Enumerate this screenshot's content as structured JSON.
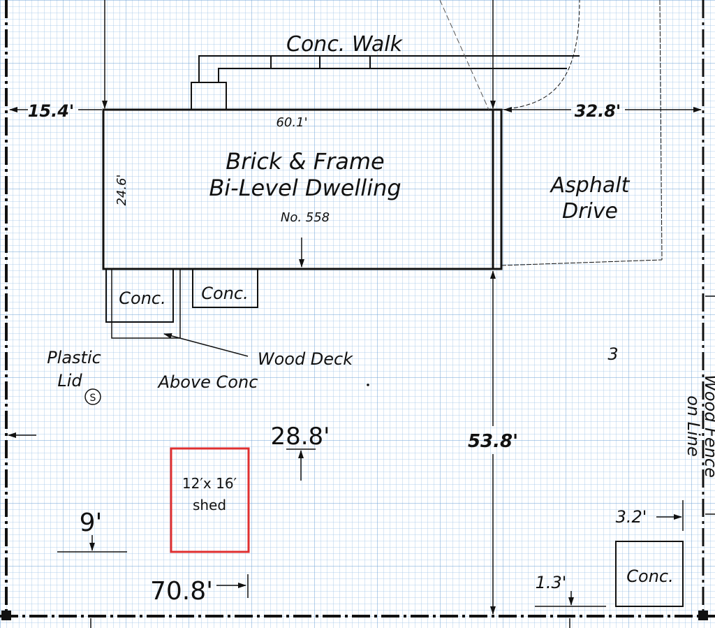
{
  "house": {
    "title_line1": "Brick & Frame",
    "title_line2": "Bi-Level Dwelling",
    "number": "No. 558",
    "width_dim": "60.1'",
    "depth_dim": "24.6'"
  },
  "walk_label": "Conc. Walk",
  "drive_label_line1": "Asphalt",
  "drive_label_line2": "Drive",
  "dims": {
    "left_setback": "15.4'",
    "right_setback": "32.8'",
    "rear_depth": "53.8'",
    "shed_to_house": "28.8'",
    "shed_to_side": "9'",
    "shed_to_rear": "70.8'",
    "pad_offset": "3.2'",
    "pad_rear": "1.3'"
  },
  "conc_pad_label": "Conc.",
  "deck_label": "Wood Deck",
  "deck_sub_label": "Above Conc",
  "lid_label_line1": "Plastic",
  "lid_label_line2": "Lid",
  "lid_symbol": "S",
  "lot_number": "3",
  "fence_label_line1": "Wood Fence",
  "fence_label_line2": "on Line",
  "shed": {
    "line1": "12′x 16′",
    "line2": "shed",
    "outline_color": "#e03030"
  },
  "grid_color": "#9ec3e6"
}
